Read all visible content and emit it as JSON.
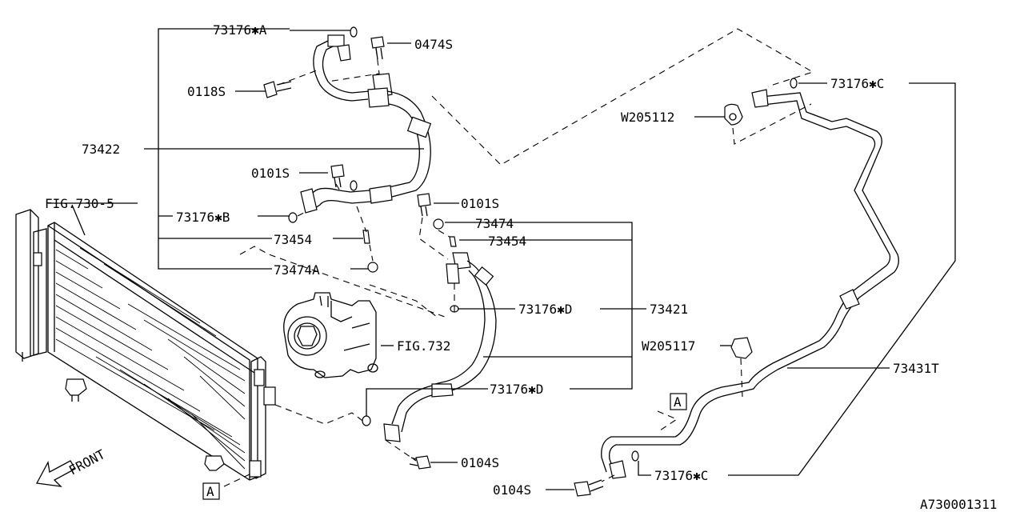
{
  "labels": {
    "p73176a": "73176✱A",
    "p0474s": "0474S",
    "p0118s": "0118S",
    "p73422": "73422",
    "p0101s_1": "0101S",
    "p73176b": "73176✱B",
    "p73454_1": "73454",
    "p73474a": "73474A",
    "fig7305": "FIG.730-5",
    "p0101s_2": "0101S",
    "p73474": "73474",
    "p73454_2": "73454",
    "p73176d_1": "73176✱D",
    "p73421": "73421",
    "fig732": "FIG.732",
    "p73176d_2": "73176✱D",
    "p0104s_1": "0104S",
    "p73176c_1": "73176✱C",
    "w205112": "W205112",
    "w205117": "W205117",
    "p73431t": "73431T",
    "p73176c_2": "73176✱C",
    "p0104s_2": "0104S",
    "front": "FRONT",
    "ref_a_1": "A",
    "ref_a_2": "A",
    "diagram_id": "A730001311"
  }
}
